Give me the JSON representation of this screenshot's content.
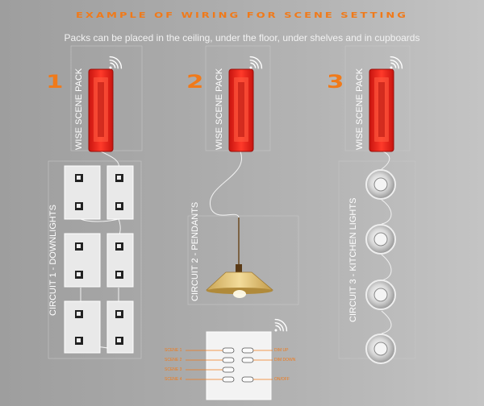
{
  "header": {
    "title": "EXAMPLE OF WIRING FOR SCENE SETTING",
    "subtitle": "Packs can be placed in the ceiling, under the floor, under shelves and in cupboards"
  },
  "columns": [
    {
      "number": "1",
      "pack_label": "WISE SCENE PACK",
      "circuit_label": "CIRCUIT 1 - DOWNLIGHTS"
    },
    {
      "number": "2",
      "pack_label": "WISE SCENE PACK",
      "circuit_label": "CIRCUIT 2 - PENDANTS"
    },
    {
      "number": "3",
      "pack_label": "WISE SCENE PACK",
      "circuit_label": "CIRCUIT 3 - KITCHEN LIGHTS"
    }
  ],
  "keypad": {
    "left_labels": [
      "SCENE 1",
      "SCENE 2",
      "SCENE 3",
      "SCENE 4"
    ],
    "right_labels": [
      "DIM UP",
      "DIM DOWN",
      "ON/OFF"
    ]
  },
  "colors": {
    "accent": "#f07a1a",
    "pack_red": "#e8211c",
    "text_white": "#ffffff"
  }
}
